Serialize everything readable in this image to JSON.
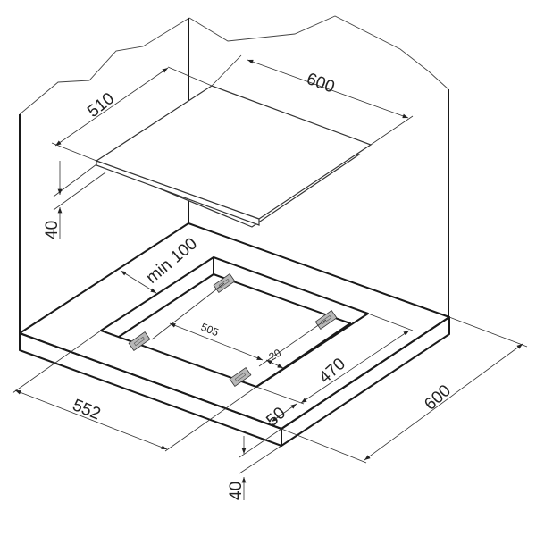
{
  "dimensions": {
    "hob_width": "600",
    "hob_depth": "510",
    "hob_height": "40",
    "min_back_clearance": "min 100",
    "bracket_spacing": "505",
    "bracket_offset": "20",
    "cutout_depth": "470",
    "front_margin": "50",
    "cutout_width": "552",
    "worktop_depth": "600",
    "worktop_thickness": "40"
  },
  "colors": {
    "line": "#1a1a1a",
    "bracket": "#b8b8b8"
  }
}
